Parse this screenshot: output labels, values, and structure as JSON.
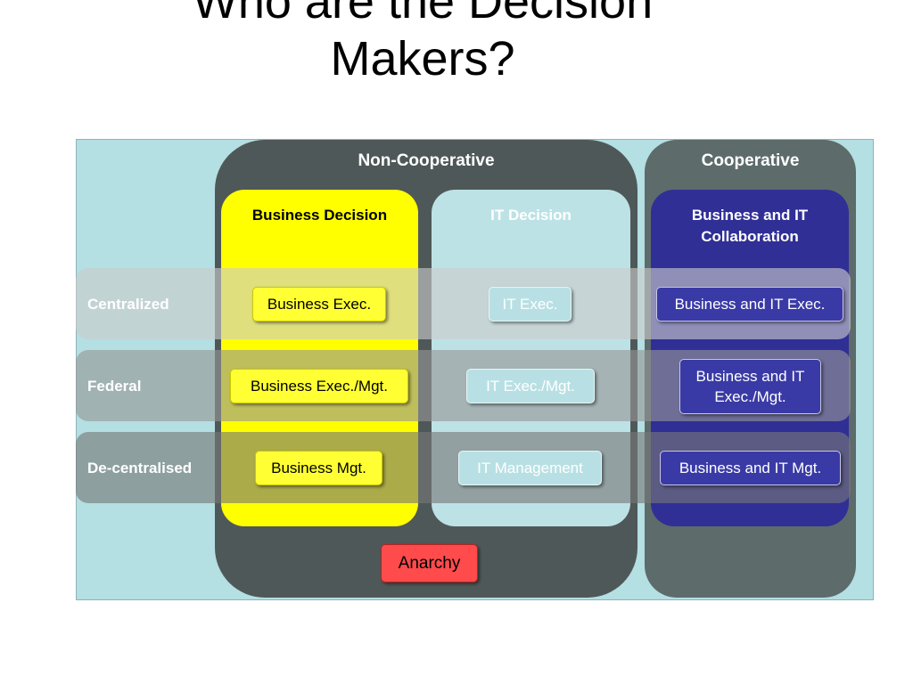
{
  "slide": {
    "title": "Who are the Decision\nMakers?"
  },
  "groups": {
    "non_cooperative": "Non-Cooperative",
    "cooperative": "Cooperative"
  },
  "columns": {
    "business": "Business Decision",
    "it": "IT Decision",
    "collaboration": "Business and IT Collaboration"
  },
  "rows": {
    "centralized": "Centralized",
    "federal": "Federal",
    "decentralised": "De-centralised"
  },
  "cells": {
    "centralized_business": "Business Exec.",
    "centralized_it": "IT Exec.",
    "centralized_both": "Business and IT Exec.",
    "federal_business": "Business Exec./Mgt.",
    "federal_it": "IT Exec./Mgt.",
    "federal_both": "Business and IT Exec./Mgt.",
    "decentralised_business": "Business Mgt.",
    "decentralised_it": "IT Management",
    "decentralised_both": "Business and IT Mgt."
  },
  "anarchy": "Anarchy",
  "colors": {
    "business": "#ffff00",
    "it": "#bde2e6",
    "collaboration": "#2f2f96",
    "non_cooperative": "#4f5858",
    "cooperative": "#5d6b6b",
    "background": "#b4dfe3",
    "anarchy": "#ff4b4b"
  }
}
